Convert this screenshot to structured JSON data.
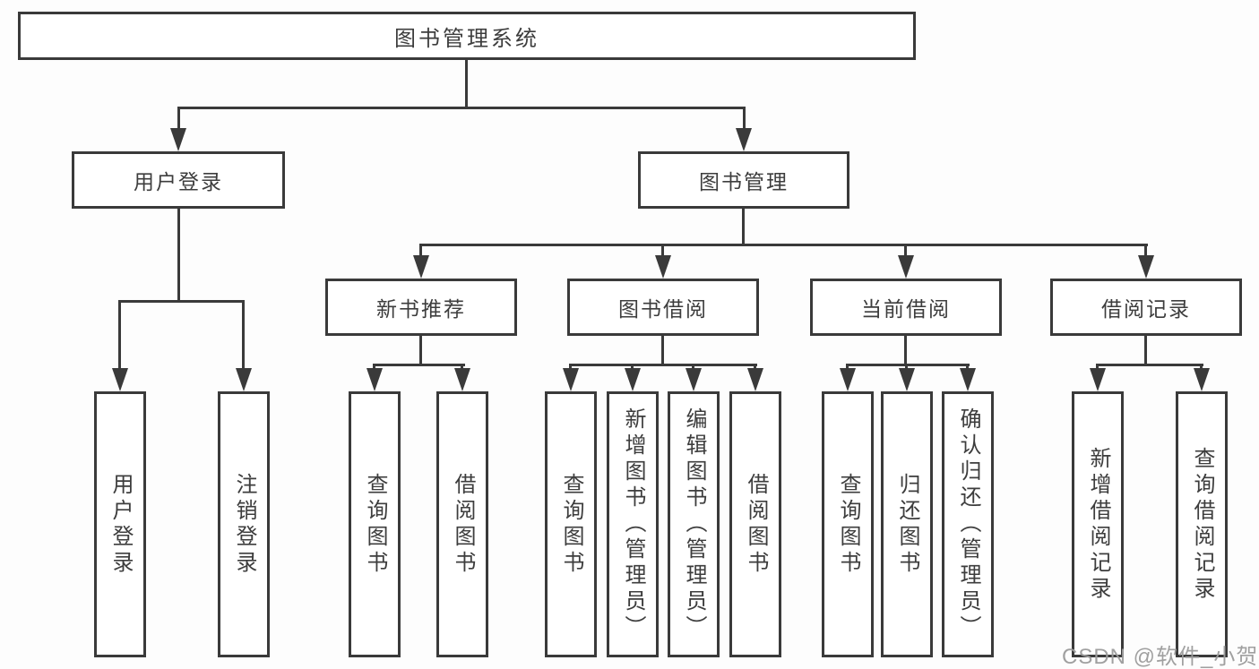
{
  "tree": {
    "label": "图书管理系统",
    "children": [
      {
        "label": "用户登录",
        "children": [
          {
            "label": "用户登录"
          },
          {
            "label": "注销登录"
          }
        ]
      },
      {
        "label": "图书管理",
        "children": [
          {
            "label": "新书推荐",
            "children": [
              {
                "label": "查询图书"
              },
              {
                "label": "借阅图书"
              }
            ]
          },
          {
            "label": "图书借阅",
            "children": [
              {
                "label": "查询图书"
              },
              {
                "label": "新增图书（管理员）"
              },
              {
                "label": "编辑图书（管理员）"
              },
              {
                "label": "借阅图书"
              }
            ]
          },
          {
            "label": "当前借阅",
            "children": [
              {
                "label": "查询图书"
              },
              {
                "label": "归还图书"
              },
              {
                "label": "确认归还（管理员）"
              }
            ]
          },
          {
            "label": "借阅记录",
            "children": [
              {
                "label": "新增借阅记录"
              },
              {
                "label": "查询借阅记录"
              }
            ]
          }
        ]
      }
    ]
  },
  "watermark": {
    "text": "CSDN @软件_小贺同学"
  },
  "colors": {
    "line": "#3a3a3a",
    "text": "#3d3d3d",
    "box_bg": "#ffffff",
    "page_bg": "#fdfdfd",
    "watermark": "#9c9c9c"
  }
}
